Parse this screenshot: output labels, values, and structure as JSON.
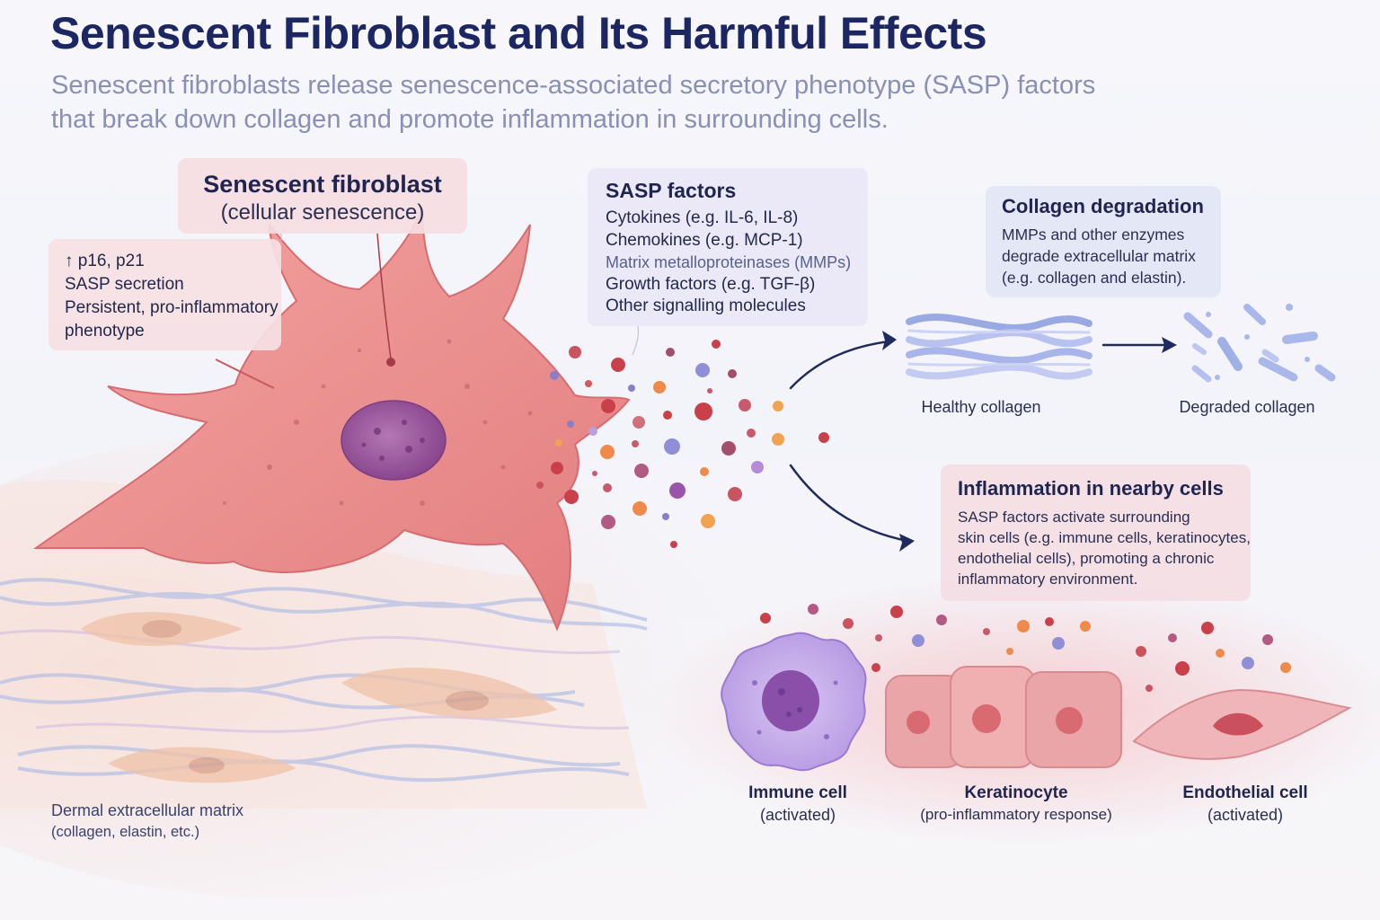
{
  "header": {
    "title": "Senescent Fibroblast and Its Harmful Effects",
    "subtitle_line1": "Senescent fibroblasts release senescence-associated secretory phenotype (SASP) factors",
    "subtitle_line2": "that break down collagen and promote inflammation in surrounding cells."
  },
  "fibroblast": {
    "title": "Senescent fibroblast",
    "subtitle": "(cellular senescence)",
    "markers": [
      "↑ p16, p21",
      "SASP secretion",
      "Persistent, pro-inflammatory",
      "phenotype"
    ]
  },
  "sasp": {
    "title": "SASP factors",
    "items": [
      "Cytokines (e.g. IL-6, IL-8)",
      "Chemokines (e.g. MCP-1)",
      "Matrix metalloproteinases (MMPs)",
      "Growth factors (e.g. TGF-β)",
      "Other signalling molecules"
    ]
  },
  "collagen": {
    "title": "Collagen degradation",
    "body": [
      "MMPs and other enzymes",
      "degrade extracellular matrix",
      "(e.g. collagen and elastin)."
    ],
    "healthy_label": "Healthy collagen",
    "degraded_label": "Degraded collagen"
  },
  "inflammation": {
    "title": "Inflammation in nearby cells",
    "body": [
      "SASP factors activate surrounding",
      "skin cells (e.g. immune cells, keratinocytes,",
      "endothelial cells), promoting a chronic",
      "inflammatory environment."
    ]
  },
  "cells": {
    "immune": {
      "name": "Immune cell",
      "state": "(activated)"
    },
    "keratinocyte": {
      "name": "Keratinocyte",
      "state": "(pro-inflammatory response)"
    },
    "endothelial": {
      "name": "Endothelial cell",
      "state": "(activated)"
    }
  },
  "matrix": {
    "line1": "Dermal extracellular matrix",
    "line2": "(collagen, elastin, etc.)"
  },
  "colors": {
    "title": "#1b2663",
    "fibroblast": "#e8898a",
    "nucleus": "#9b5b9e",
    "arrow": "#1f2a5e"
  }
}
